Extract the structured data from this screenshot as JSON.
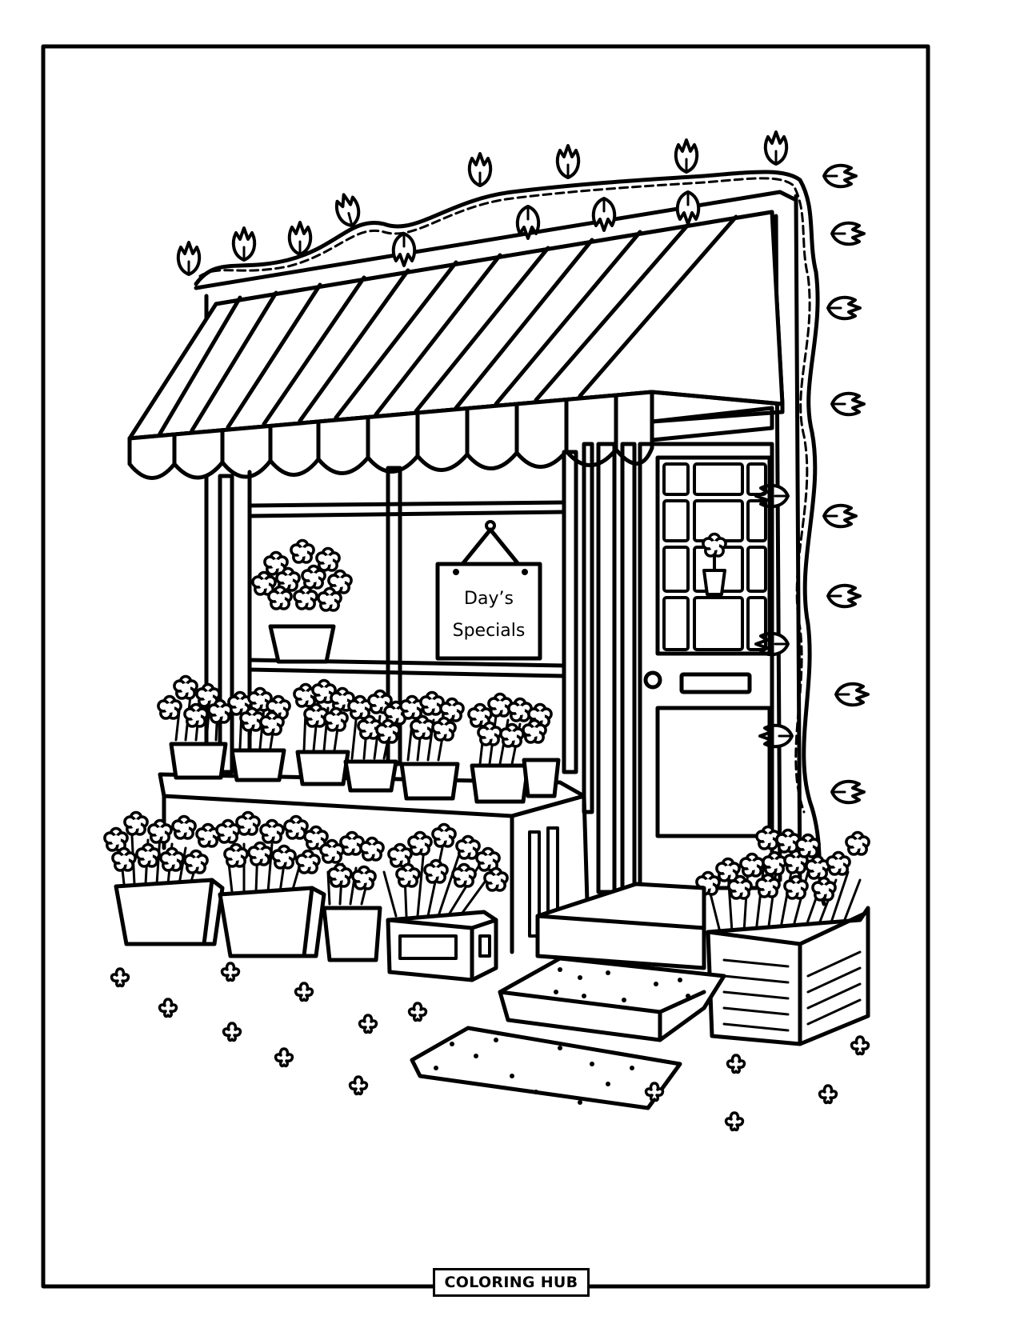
{
  "page": {
    "type": "coloring-page",
    "subject": "flower shop storefront",
    "colors": {
      "line": "#000000",
      "background": "#ffffff"
    }
  },
  "scene": {
    "sign": {
      "line1": "Day’s",
      "line2": "Specials"
    },
    "awning": {
      "stripes": 12,
      "scallops": 11
    },
    "door": {
      "window_panes": 12
    },
    "elements": [
      "striped-awning",
      "leaf-vine",
      "shop-window",
      "hanging-sign",
      "window-flower-pot",
      "door-flower-pot",
      "flower-shelf",
      "potted-flowers",
      "flower-crate",
      "front-step",
      "door-mat",
      "scattered-flowers"
    ]
  },
  "footer": {
    "brand": "COLORING HUB"
  }
}
